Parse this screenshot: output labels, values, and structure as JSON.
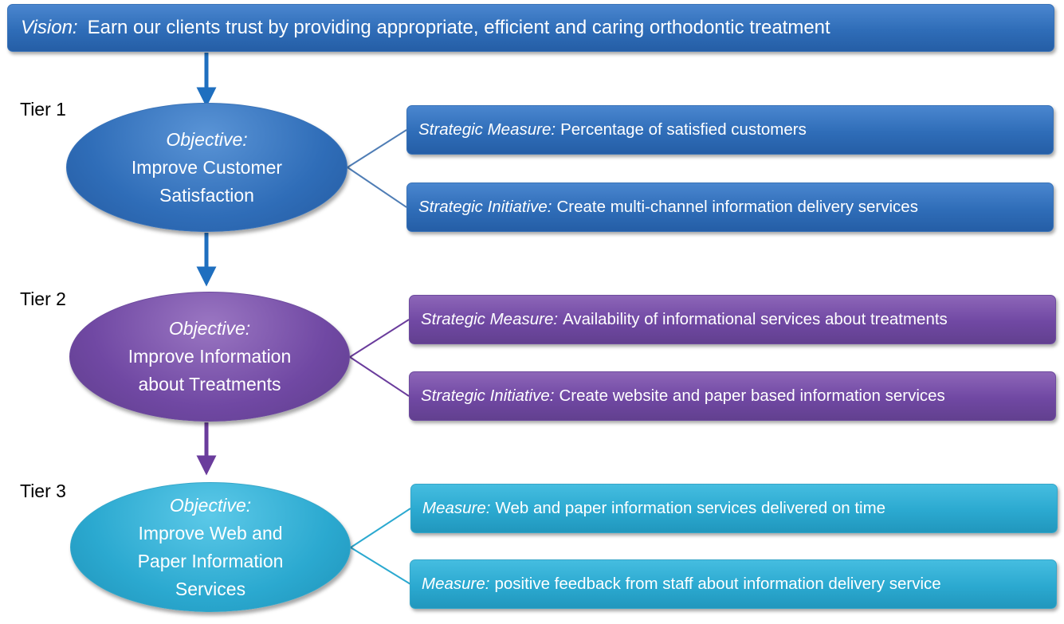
{
  "vision": {
    "label": "Vision:",
    "text": "Earn our clients trust by providing appropriate, efficient and caring orthodontic treatment"
  },
  "tiers": [
    {
      "label": "Tier 1",
      "objective": {
        "label": "Objective:",
        "lines": [
          "Improve Customer",
          "Satisfaction"
        ]
      },
      "items": [
        {
          "label": "Strategic Measure:",
          "text": "Percentage of satisfied customers"
        },
        {
          "label": "Strategic Initiative:",
          "text": "Create multi-channel information delivery services"
        }
      ]
    },
    {
      "label": "Tier 2",
      "objective": {
        "label": "Objective:",
        "lines": [
          "Improve Information",
          "about Treatments"
        ]
      },
      "items": [
        {
          "label": "Strategic Measure:",
          "text": "Availability of informational services about treatments"
        },
        {
          "label": "Strategic Initiative:",
          "text": "Create website and paper based information services"
        }
      ]
    },
    {
      "label": "Tier 3",
      "objective": {
        "label": "Objective:",
        "lines": [
          "Improve Web and",
          "Paper Information",
          "Services"
        ]
      },
      "items": [
        {
          "label": "Measure:",
          "text": "Web and paper information services delivered on time"
        },
        {
          "label": "Measure:",
          "text": "positive feedback from staff about information delivery service"
        }
      ]
    }
  ],
  "colors": {
    "blue": "#2f6db8",
    "purple": "#7048a3",
    "teal": "#2ba9d0",
    "arrow_blue": "#1f6fbf",
    "arrow_purple": "#6a3c9c"
  }
}
